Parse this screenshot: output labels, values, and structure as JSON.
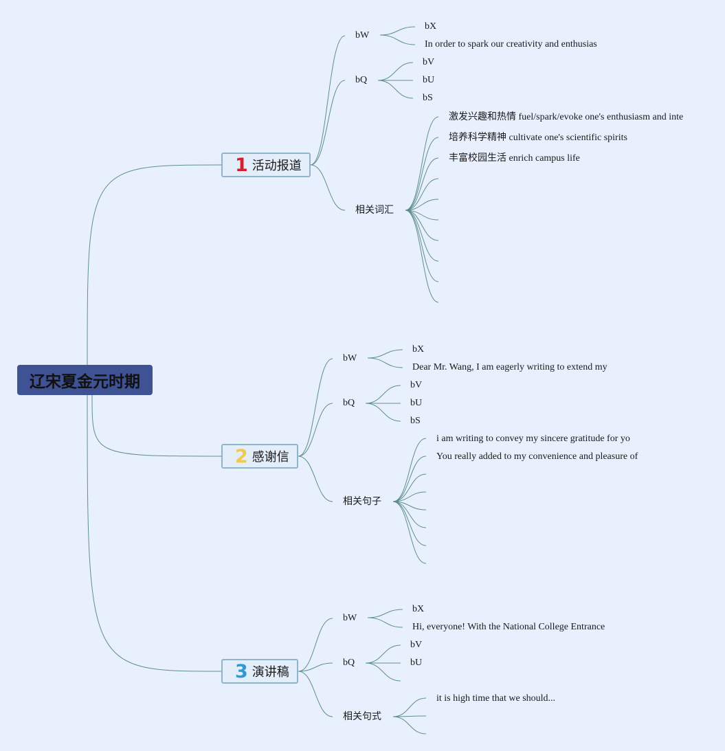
{
  "root": {
    "title": "辽宋夏金元时期"
  },
  "colors": {
    "background": "#e8f0fd",
    "root_fill": "#3f5294",
    "link": "#5e8f8b",
    "num1": "#d3202f",
    "num2": "#f2c94c",
    "num3": "#2d9ad6"
  },
  "branches": [
    {
      "num": "1",
      "title": "活动报道",
      "bw": {
        "label": "bW",
        "children": [
          "bX",
          "In order to spark our creativity and enthusias"
        ]
      },
      "bq": {
        "label": "bQ",
        "children": [
          "bV",
          "bU",
          "bS"
        ]
      },
      "extra": {
        "label": "相关词汇",
        "children": [
          "激发兴趣和热情 fuel/spark/evoke one's enthusiasm and inte",
          "培养科学精神 cultivate one's scientific spirits",
          "丰富校园生活 enrich campus life",
          "",
          "",
          "",
          "",
          "",
          "",
          ""
        ]
      }
    },
    {
      "num": "2",
      "title": "感谢信",
      "bw": {
        "label": "bW",
        "children": [
          "bX",
          "Dear Mr. Wang, I am eagerly writing to extend my"
        ]
      },
      "bq": {
        "label": "bQ",
        "children": [
          "bV",
          "bU",
          "bS"
        ]
      },
      "extra": {
        "label": "相关句子",
        "children": [
          "i am writing to convey my sincere gratitude for yo",
          "You really added to my convenience and pleasure of",
          "",
          "",
          "",
          "",
          "",
          ""
        ]
      }
    },
    {
      "num": "3",
      "title": "演讲稿",
      "bw": {
        "label": "bW",
        "children": [
          "bX",
          "Hi, everyone! With the National College Entrance"
        ]
      },
      "bq": {
        "label": "bQ",
        "children": [
          "bV",
          "bU",
          ""
        ]
      },
      "extra": {
        "label": "相关句式",
        "children": [
          "it is high time that we should...",
          "",
          ""
        ]
      }
    }
  ]
}
